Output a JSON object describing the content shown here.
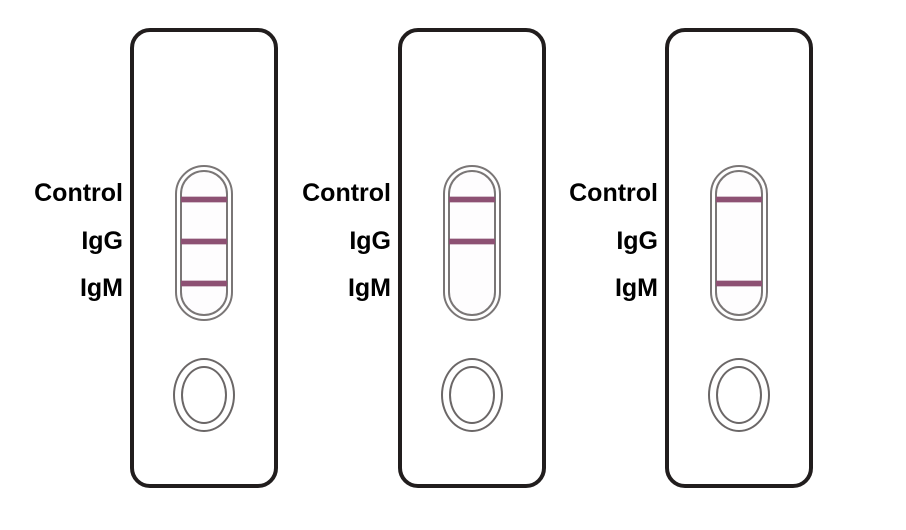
{
  "figure": {
    "background_color": "#ffffff",
    "test_line_color": "#8d5173",
    "cassette_border_color": "#211d1d",
    "window_outline_color": "#7a7676",
    "well_outline_color": "#6b6767",
    "label_color": "#000000"
  },
  "line_labels": [
    "Control",
    "IgG",
    "IgM"
  ],
  "cassettes": [
    {
      "id": "cassette-1",
      "lines": {
        "control": true,
        "igg": true,
        "igm": true
      }
    },
    {
      "id": "cassette-2",
      "lines": {
        "control": true,
        "igg": true,
        "igm": false
      }
    },
    {
      "id": "cassette-3",
      "lines": {
        "control": true,
        "igg": false,
        "igm": true
      }
    }
  ]
}
